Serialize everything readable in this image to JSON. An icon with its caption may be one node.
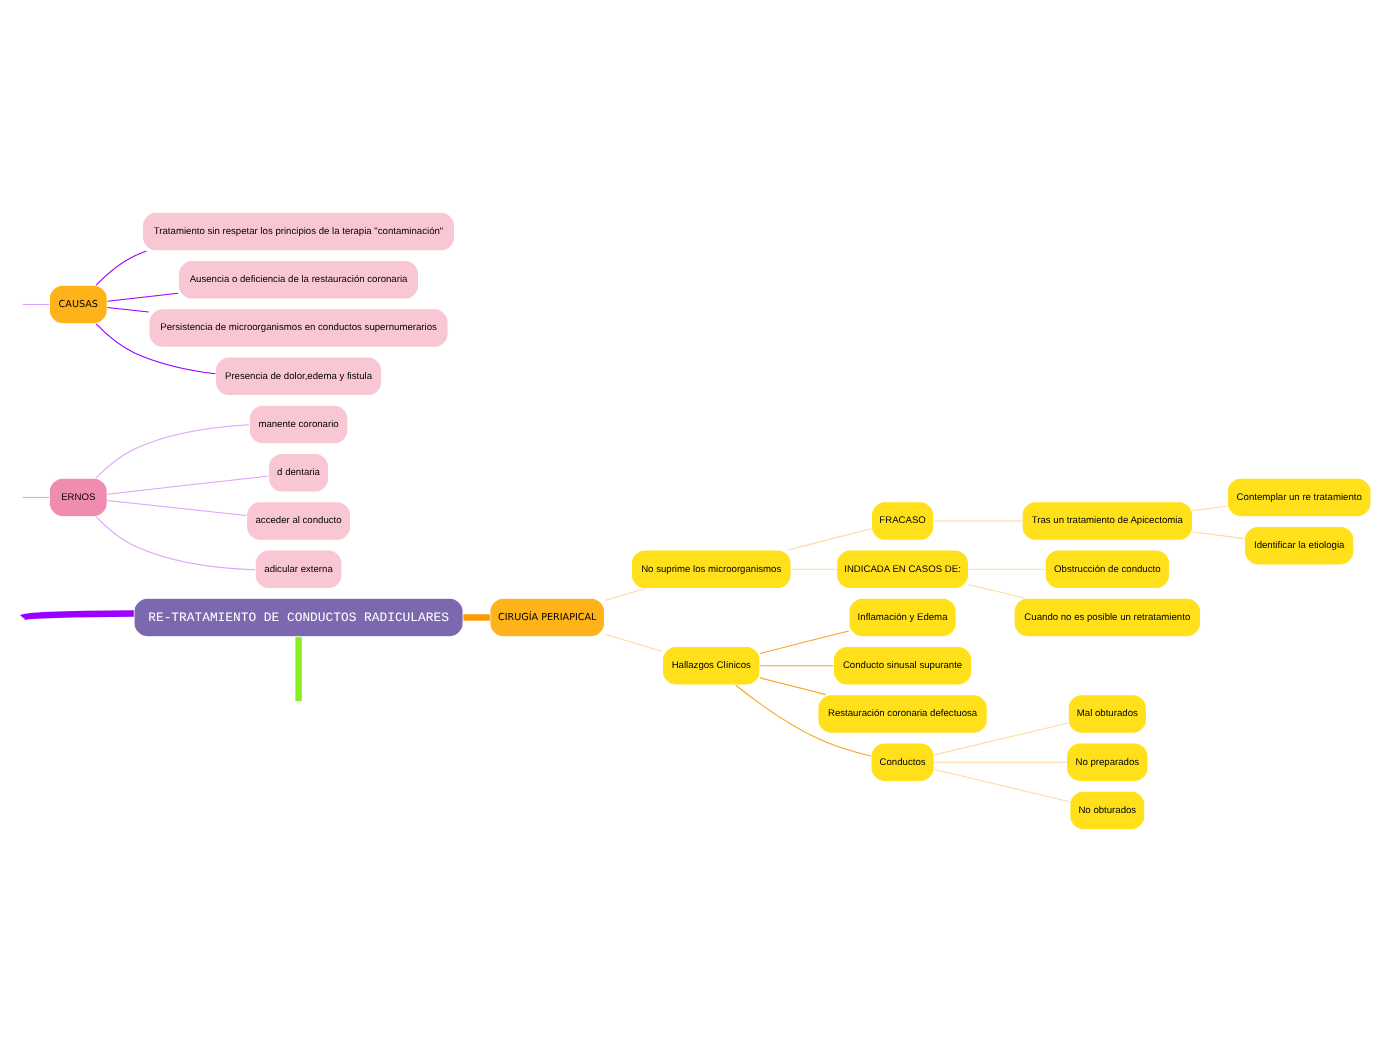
{
  "diagram": {
    "nodes": [
      {
        "text": [
          "RE-TRATAMIENTO DE CONDUCTOS RADICULARES"
        ]
      },
      {
        "text": [
          "ERNOS"
        ]
      },
      {
        "text": [
          "manente coronario"
        ]
      },
      {
        "text": [
          "d dentaria"
        ]
      },
      {
        "text": [
          "acceder al conducto"
        ]
      },
      {
        "text": [
          "adicular externa"
        ]
      },
      {
        "text": [
          "CAUSAS"
        ]
      },
      {
        "text": [
          "Tratamiento sin respetar los principios de la terapia \"contaminación\""
        ]
      },
      {
        "text": [
          "Ausencia o deficiencia de la restauración coronaria"
        ]
      },
      {
        "text": [
          "Persistencia de microorganismos en conductos supernumerarios"
        ]
      },
      {
        "text": [
          "Presencia de dolor,edema y fistula"
        ]
      },
      {
        "text": [
          "CIRUGÍA PERIAPICAL"
        ]
      },
      {
        "text": [
          "No suprime los microorganismos"
        ]
      },
      {
        "text": [
          "FRACASO"
        ]
      },
      {
        "text": [
          "Tras un tratamiento de Apicectomia"
        ]
      },
      {
        "text": [
          "Contemplar un re tratamiento"
        ]
      },
      {
        "text": [
          "Identificar la etiologia"
        ]
      },
      {
        "text": [
          "INDICADA EN CASOS DE:"
        ]
      },
      {
        "text": [
          "Obstrucción de conducto"
        ]
      },
      {
        "text": [
          "Cuando no es posible un retratamiento"
        ]
      },
      {
        "text": [
          "Hallazgos Clínicos"
        ]
      },
      {
        "text": [
          "Inflamación y Edema"
        ]
      },
      {
        "text": [
          "Conducto sinusal supurante"
        ]
      },
      {
        "text": [
          "Restauración coronaria defectuosa"
        ]
      },
      {
        "text": [
          "Conductos"
        ]
      },
      {
        "text": [
          "Mal obturados"
        ]
      },
      {
        "text": [
          "No preparados"
        ]
      },
      {
        "text": [
          "No obturados"
        ]
      }
    ],
    "edges": [
      {
        "from": 0,
        "to": null,
        "arrow": "none",
        "style": "thick",
        "color": "#9900ff"
      },
      {
        "from": 0,
        "to": null,
        "arrow": "none",
        "style": "thick",
        "color": "#88ee22"
      },
      {
        "from": null,
        "to": 1,
        "arrow": "none",
        "color": "#d9a3ff"
      },
      {
        "from": null,
        "to": 6,
        "arrow": "none",
        "color": "#d9a3ff"
      },
      {
        "from": 1,
        "to": 2,
        "arrow": "none",
        "color": "#d9a3ff"
      },
      {
        "from": 1,
        "to": 3,
        "arrow": "none",
        "color": "#d9a3ff"
      },
      {
        "from": 1,
        "to": 4,
        "arrow": "none",
        "color": "#d9a3ff"
      },
      {
        "from": 1,
        "to": 5,
        "arrow": "none",
        "color": "#d9a3ff"
      },
      {
        "from": 6,
        "to": 7,
        "arrow": "none",
        "color": "#9900ff"
      },
      {
        "from": 6,
        "to": 8,
        "arrow": "none",
        "color": "#9900ff"
      },
      {
        "from": 6,
        "to": 9,
        "arrow": "none",
        "color": "#9900ff"
      },
      {
        "from": 6,
        "to": 10,
        "arrow": "none",
        "color": "#9900ff"
      },
      {
        "from": 0,
        "to": 11,
        "arrow": "none",
        "style": "thick",
        "color": "#ff9900"
      },
      {
        "from": 11,
        "to": 12,
        "arrow": "none"
      },
      {
        "from": 11,
        "to": 20,
        "arrow": "none"
      },
      {
        "from": 12,
        "to": 13,
        "arrow": "none"
      },
      {
        "from": 12,
        "to": 17,
        "arrow": "none"
      },
      {
        "from": 13,
        "to": 14,
        "arrow": "none"
      },
      {
        "from": 14,
        "to": 15,
        "arrow": "none"
      },
      {
        "from": 14,
        "to": 16,
        "arrow": "none"
      },
      {
        "from": 17,
        "to": 18,
        "arrow": "none"
      },
      {
        "from": 17,
        "to": 19,
        "arrow": "none"
      },
      {
        "from": 20,
        "to": 21,
        "arrow": "none",
        "color": "#f5a623"
      },
      {
        "from": 20,
        "to": 22,
        "arrow": "none",
        "color": "#f5a623"
      },
      {
        "from": 20,
        "to": 23,
        "arrow": "none",
        "color": "#f5a623"
      },
      {
        "from": 20,
        "to": 24,
        "arrow": "none",
        "color": "#f5a623"
      },
      {
        "from": 24,
        "to": 25,
        "arrow": "none"
      },
      {
        "from": 24,
        "to": 26,
        "arrow": "none"
      },
      {
        "from": 24,
        "to": 27,
        "arrow": "none"
      }
    ]
  }
}
